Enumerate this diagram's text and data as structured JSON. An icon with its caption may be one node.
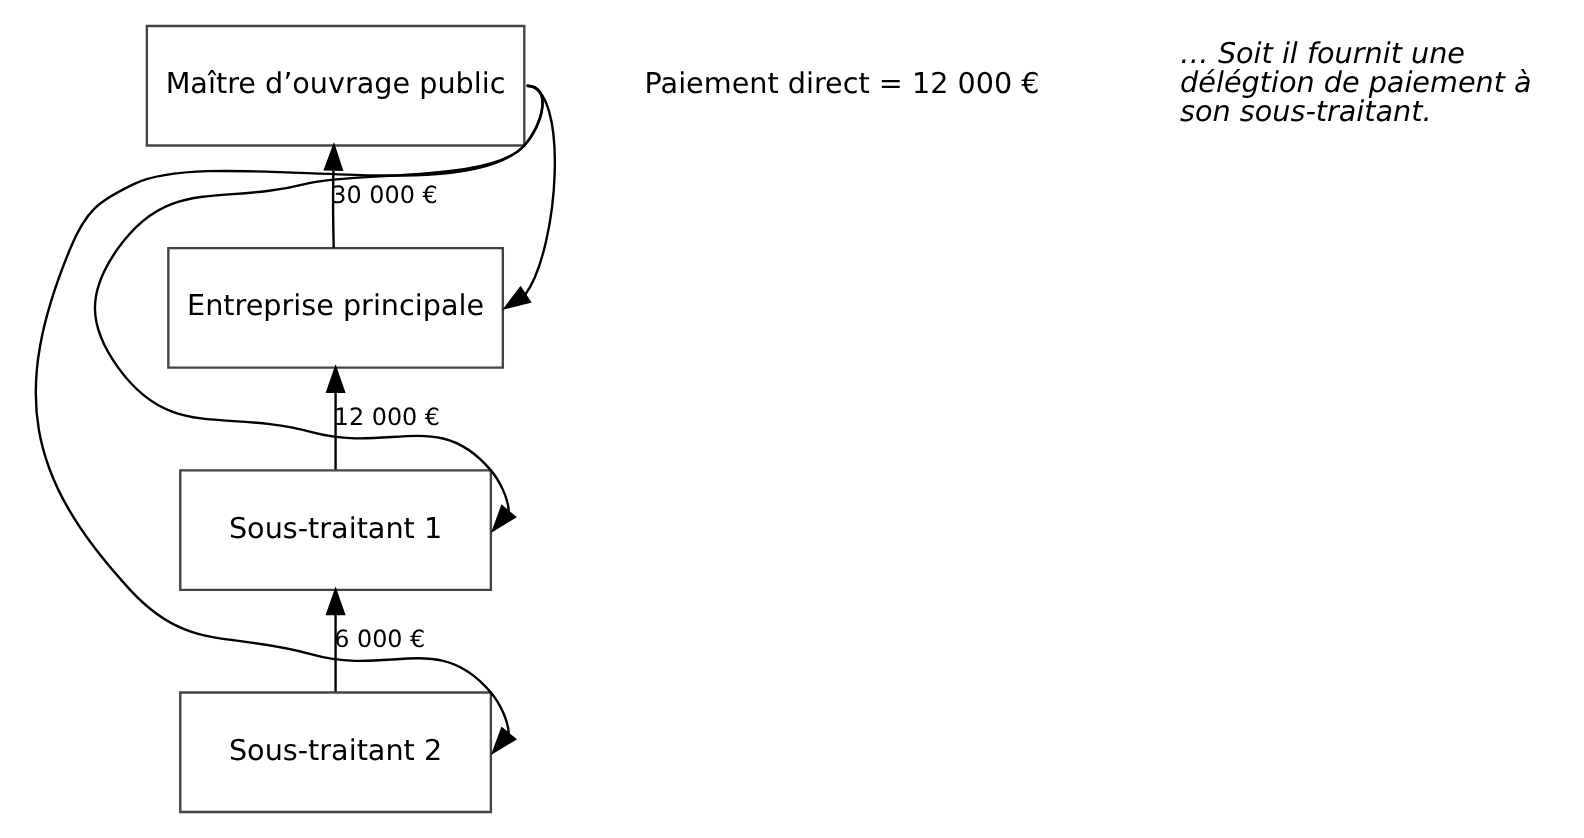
{
  "diagram": {
    "nodes": [
      {
        "text": [
          "Maître d’ouvrage public"
        ]
      },
      {
        "text": [
          "Entreprise principale"
        ]
      },
      {
        "text": [
          "Sous-traitant 1"
        ]
      },
      {
        "text": [
          "Sous-traitant 2"
        ]
      }
    ],
    "edges": [
      {
        "from": 1,
        "to": 0,
        "arrow": "to",
        "label": "30 000 €"
      },
      {
        "from": 2,
        "to": 1,
        "arrow": "to",
        "label": "12 000 €"
      },
      {
        "from": 3,
        "to": 2,
        "arrow": "to",
        "label": "6 000 €"
      },
      {
        "from": 0,
        "to": 1,
        "arrow": "to"
      },
      {
        "from": 0,
        "to": 2,
        "arrow": "to"
      },
      {
        "from": 0,
        "to": 3,
        "arrow": "to"
      }
    ],
    "labels": [
      "Paiement direct = 12 000 €",
      "… Soit il fournit une délégtion de paiement à son sous-traitant."
    ]
  }
}
